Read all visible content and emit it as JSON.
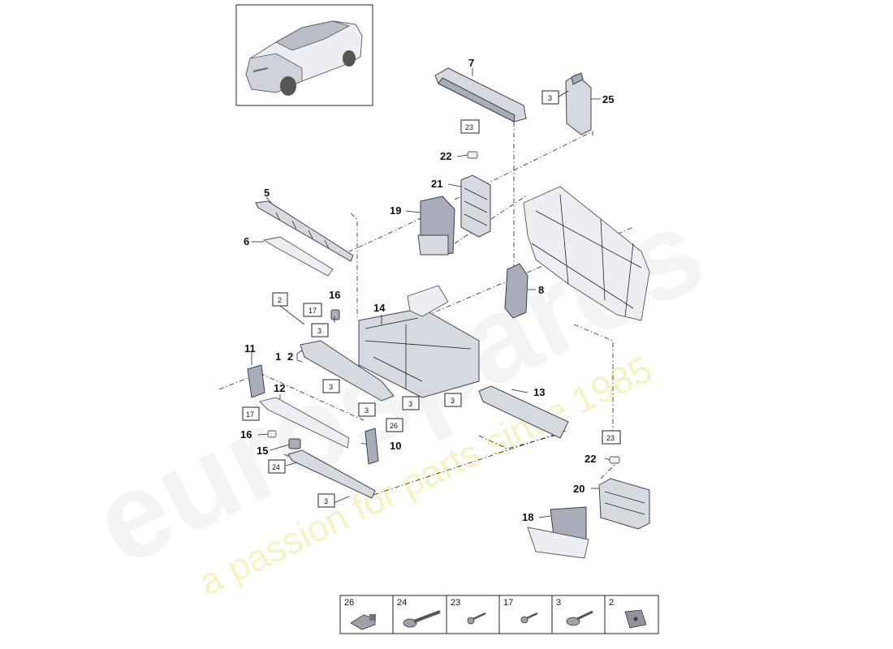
{
  "watermark": {
    "brand": "eurospares",
    "tagline": "a passion for parts since 1985"
  },
  "callouts": {
    "c1": "1",
    "c2a": "2",
    "c5": "5",
    "c6": "6",
    "c7": "7",
    "c8": "8",
    "c10": "10",
    "c11": "11",
    "c12": "12",
    "c13": "13",
    "c14": "14",
    "c15": "15",
    "c16a": "16",
    "c16b": "16",
    "c18": "18",
    "c19": "19",
    "c20": "20",
    "c21": "21",
    "c22a": "22",
    "c22b": "22",
    "c25": "25"
  },
  "boxed_refs": {
    "b2": "2",
    "b3a": "3",
    "b3b": "3",
    "b3c": "3",
    "b3d": "3",
    "b3e": "3",
    "b3f": "3",
    "b3g": "3",
    "b17a": "17",
    "b17b": "17",
    "b23a": "23",
    "b23b": "23",
    "b24": "24",
    "b26": "26"
  },
  "legend": {
    "items": [
      {
        "label": "26",
        "icon": "connector-icon"
      },
      {
        "label": "24",
        "icon": "bolt-long-icon"
      },
      {
        "label": "23",
        "icon": "screw-icon"
      },
      {
        "label": "17",
        "icon": "screw-small-icon"
      },
      {
        "label": "3",
        "icon": "flange-bolt-icon"
      },
      {
        "label": "2",
        "icon": "nut-plate-icon"
      }
    ]
  }
}
